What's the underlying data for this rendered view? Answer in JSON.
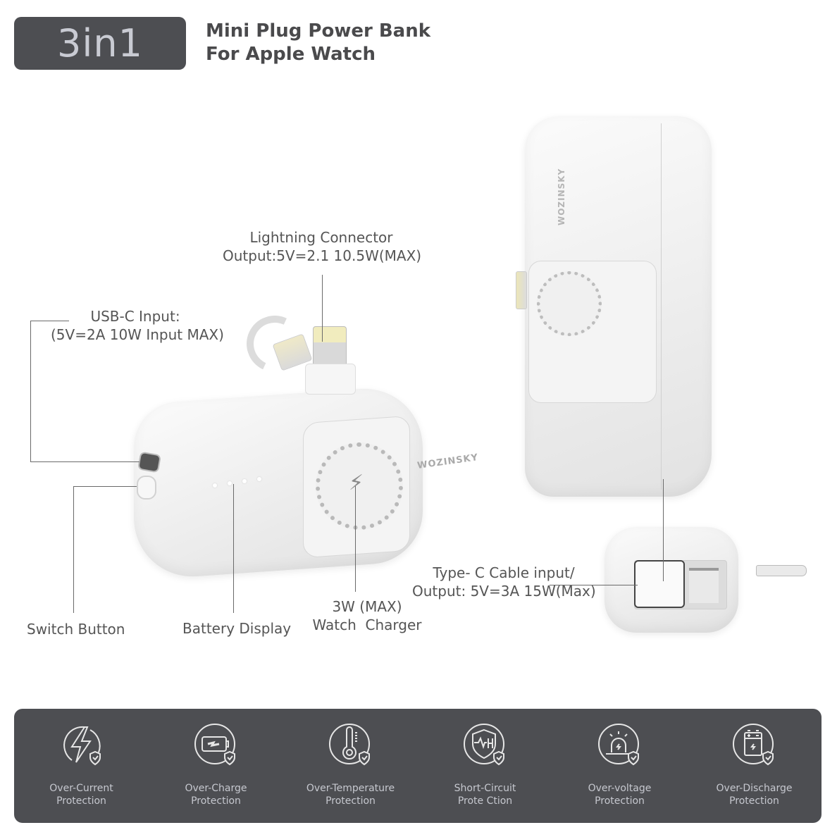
{
  "header": {
    "badge": "3in1",
    "title_line1": "Mini Plug Power Bank",
    "title_line2": "For Apple Watch"
  },
  "callouts": {
    "lightning": {
      "line1": "Lightning Connector",
      "line2": "Output:5V=2.1 10.5W(MAX)"
    },
    "usbc_input": {
      "line1": "USB-C Input:",
      "line2": "(5V=2A 10W Input MAX)"
    },
    "switch_button": "Switch Button",
    "battery_display": "Battery Display",
    "watch_charger": {
      "line1": "3W (MAX)",
      "line2": "Watch  Charger"
    },
    "typec_cable": {
      "line1": "Type- C Cable input/",
      "line2": "Output: 5V=3A 15W(Max)"
    }
  },
  "product": {
    "brand": "WOZINSKY",
    "battery_leds": 4
  },
  "features": [
    {
      "icon": "lightning-shield-icon",
      "line1": "Over-Current",
      "line2": "Protection"
    },
    {
      "icon": "battery-charge-shield-icon",
      "line1": "Over-Charge",
      "line2": "Protection"
    },
    {
      "icon": "thermometer-shield-icon",
      "line1": "Over-Temperature",
      "line2": "Protection"
    },
    {
      "icon": "circuit-shield-icon",
      "line1": "Short-Circuit",
      "line2": "Prote Ction"
    },
    {
      "icon": "alarm-shield-icon",
      "line1": "Over-voltage",
      "line2": "Protection"
    },
    {
      "icon": "battery-shield-icon",
      "line1": "Over-Discharge",
      "line2": "Protection"
    }
  ],
  "colors": {
    "dark_panel": "#4d4e52",
    "badge_text": "#c9cbd3",
    "feature_text": "#c6c8cf",
    "label_text": "#555555"
  }
}
